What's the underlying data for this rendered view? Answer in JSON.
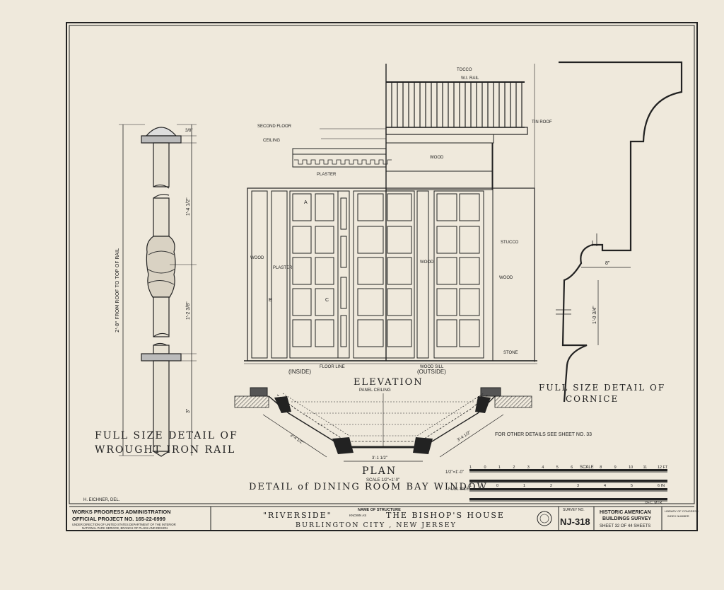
{
  "rail_detail": {
    "caption_line1": "FULL SIZE   DETAIL OF",
    "caption_line2": "WROUGHT   IRON RAIL",
    "vertical_note": "2'-8\" FROM ROOF TO TOP OF RAIL",
    "dim_top": "3/8\"",
    "dim_upper": "1'-4 1/2\"",
    "dim_lower": "1'-2 3/8\"",
    "dim_bottom": "3\""
  },
  "elevation": {
    "label": "ELEVATION",
    "notes": {
      "tocco": "TOCCO",
      "wi_rail": "W.I. RAIL",
      "tin_roof": "TIN ROOF",
      "second_floor": "SECOND FLOOR",
      "ceiling": "CEILING",
      "wood_top": "WOOD",
      "plaster_top": "PLASTER",
      "wood_left": "WOOD",
      "plaster_left": "PLASTER",
      "stucco": "STUCCO",
      "wood_right": "WOOD",
      "wood_center": "WOOD",
      "stone": "STONE",
      "floor_line": "FLOOR LINE",
      "wood_sill": "WOOD SILL",
      "inside": "(INSIDE)",
      "outside": "(OUTSIDE)"
    },
    "markers": [
      "A",
      "B",
      "C"
    ]
  },
  "cornice": {
    "caption_line1": "FULL SIZE DETAIL OF",
    "caption_line2": "CORNICE",
    "dim_width": "8\"",
    "dim_height": "1'-0 3/4\""
  },
  "plan": {
    "label": "PLAN",
    "scale": "SCALE 1/2\"=1'-0\"",
    "panel_ceiling": "PANEL CEILING",
    "dim_mid": "3'-1 1/2\"",
    "dim_side": "3'-4 1/2\""
  },
  "drawing_title": "DETAIL of DINING ROOM BAY WINDOW",
  "other_details": "FOR OTHER DETAILS SEE SHEET NO. 33",
  "scale_bar": {
    "title": "SCALE",
    "row1_label": "1/2\"=1'-0\"",
    "row1_ticks": [
      "1",
      "0",
      "1",
      "2",
      "3",
      "4",
      "5",
      "6",
      "7",
      "8",
      "9",
      "10",
      "11",
      "12 FT"
    ],
    "row2_label": "FULL SIZE",
    "row2_ticks": [
      "1",
      "0",
      "1",
      "2",
      "3",
      "4",
      "5",
      "6 IN"
    ],
    "row3_label": "DEC. MTR."
  },
  "delineator": "H. EICHNER, DEL.",
  "title_block": {
    "wpa_line1": "WORKS PROGRESS ADMINISTRATION",
    "wpa_line2": "OFFICIAL PROJECT NO. 165-22-6999",
    "wpa_line3": "UNDER DIRECTION OF UNITED STATES DEPARTMENT OF THE INTERIOR",
    "wpa_line4": "NATIONAL PARK SERVICE, BRANCH OF PLANS AND DESIGN",
    "name_of_structure_label": "NAME OF STRUCTURE",
    "structure_name": "\"RIVERSIDE\"",
    "known_as": "KNOWN AS",
    "structure_alias": "THE BISHOP'S HOUSE",
    "location": "BURLINGTON   CITY ,   NEW JERSEY",
    "survey_no_label": "SURVEY NO.",
    "survey_no": "NJ-318",
    "habs_line1": "HISTORIC AMERICAN",
    "habs_line2": "BUILDINGS SURVEY",
    "sheet_text": "SHEET 32 OF 44 SHEETS",
    "library_line1": "LIBRARY OF CONGRESS",
    "library_line2": "INDEX NUMBER"
  },
  "colors": {
    "paper": "#efe9dc",
    "ink": "#222222"
  }
}
